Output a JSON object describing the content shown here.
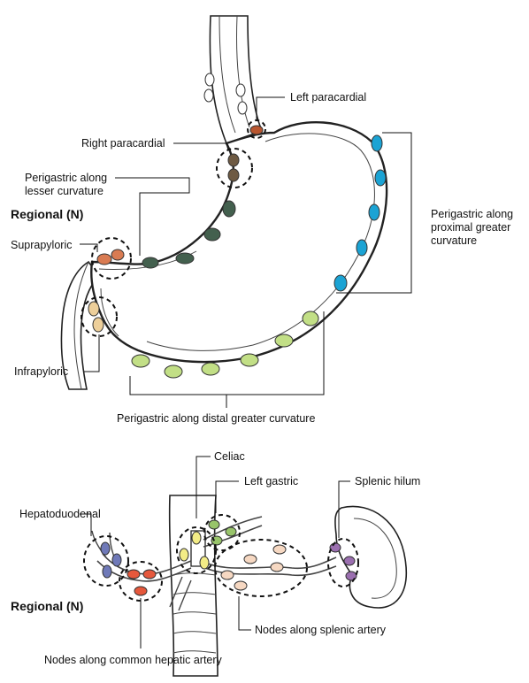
{
  "colors": {
    "regional_node": "#43604e",
    "paracardial_left": "#b9562f",
    "paracardial_right": "#6e5a43",
    "suprapyloric": "#d97b52",
    "infrapyloric": "#edcf9a",
    "greater_curvature_proximal": "#1ba3d4",
    "greater_curvature_distal": "#c2df86",
    "celiac": "#f3ec86",
    "left_gastric": "#98c46a",
    "splenic": "#f6d8c2",
    "splenic_hilum": "#9b6fb0",
    "hepatoduodenal": "#6f79b8",
    "common_hepatic": "#e5583c",
    "unlabeled_node": "#ffffff"
  },
  "stomach_diagram": {
    "regional_label": "Regional (N)",
    "labels": {
      "left_paracardial": "Left paracardial",
      "right_paracardial": "Right paracardial",
      "lesser_curvature": [
        "Perigastric along",
        "lesser curvature"
      ],
      "suprapyloric": "Suprapyloric",
      "proximal_greater": [
        "Perigastric along",
        "proximal greater",
        "curvature"
      ],
      "infrapyloric": "Infrapyloric",
      "distal_greater": "Perigastric along distal greater curvature"
    }
  },
  "vessel_diagram": {
    "regional_label": "Regional (N)",
    "labels": {
      "celiac": "Celiac",
      "left_gastric": "Left gastric",
      "splenic_hilum": "Splenic hilum",
      "hepatoduodenal": "Hepatoduodenal",
      "splenic_artery": "Nodes along splenic artery",
      "common_hepatic": "Nodes along common hepatic artery"
    }
  }
}
